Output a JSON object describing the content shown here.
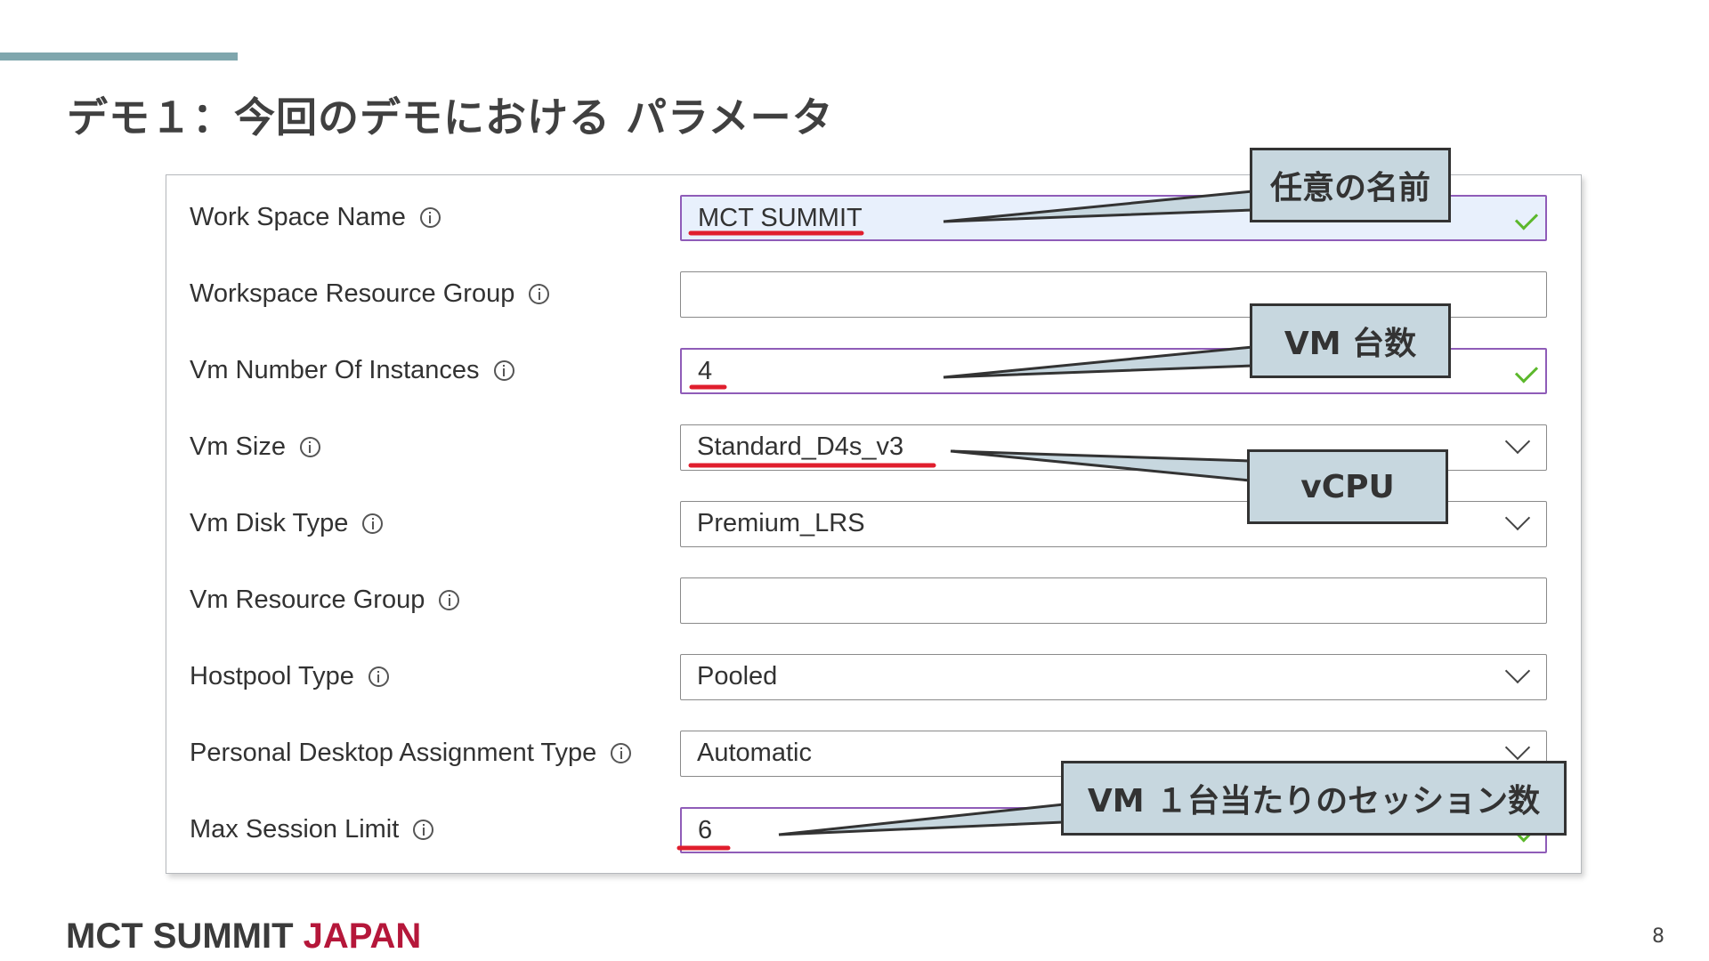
{
  "slide": {
    "title": "デモ１：今回のデモにおける パラメータ",
    "page_number": "8"
  },
  "brand": {
    "name_main": "MCT SUMMIT",
    "name_accent": "JAPAN"
  },
  "form": {
    "rows": [
      {
        "label": "Work Space Name",
        "value": "MCT SUMMIT",
        "control": "text-input",
        "validated": true
      },
      {
        "label": "Workspace Resource Group",
        "value": "",
        "control": "text-input",
        "validated": false
      },
      {
        "label": "Vm Number Of Instances",
        "value": "4",
        "control": "text-input",
        "validated": true
      },
      {
        "label": "Vm Size",
        "value": "Standard_D4s_v3",
        "control": "dropdown"
      },
      {
        "label": "Vm Disk Type",
        "value": "Premium_LRS",
        "control": "dropdown"
      },
      {
        "label": "Vm Resource Group",
        "value": "",
        "control": "text-input",
        "validated": false
      },
      {
        "label": "Hostpool Type",
        "value": "Pooled",
        "control": "dropdown"
      },
      {
        "label": "Personal Desktop Assignment Type",
        "value": "Automatic",
        "control": "dropdown"
      },
      {
        "label": "Max Session Limit",
        "value": "6",
        "control": "text-input",
        "validated": true
      }
    ]
  },
  "callouts": {
    "workspace_name": "任意の名前",
    "vm_count": "VM 台数",
    "vm_size": "vCPU",
    "session_limit": "VM １台当たりのセッション数"
  },
  "colors": {
    "accent_bar": "#7fa6ad",
    "callout_fill": "#c7d7df",
    "underline_red": "#e01e2d",
    "valid_border": "#8f5cb8",
    "check_green": "#5cb82c",
    "brand_accent": "#b5173a"
  },
  "icons": {
    "info": "info-circle-icon",
    "check": "checkmark-icon",
    "dropdown": "chevron-down-icon"
  }
}
